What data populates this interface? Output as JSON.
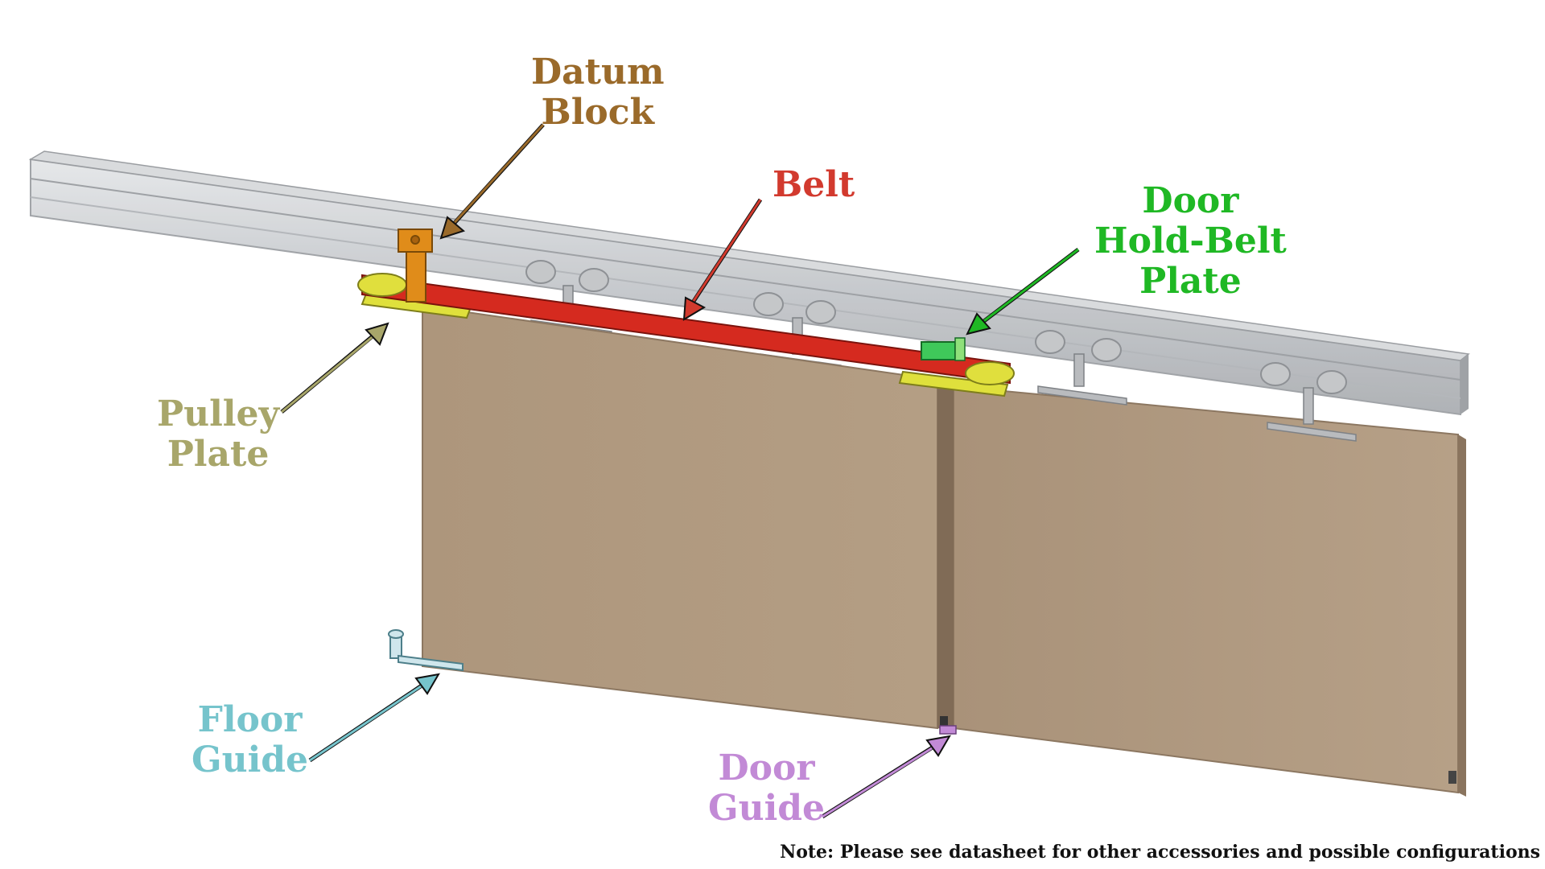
{
  "labels": {
    "datum_block": {
      "line1": "Datum",
      "line2": "Block",
      "color": "#9a6a2a"
    },
    "belt": {
      "line1": "Belt",
      "color": "#d23a2e"
    },
    "door_hold_belt_plate": {
      "line1": "Door",
      "line2": "Hold-Belt",
      "line3": "Plate",
      "color": "#1fb824"
    },
    "pulley_plate": {
      "line1": "Pulley",
      "line2": "Plate",
      "color": "#a8a66a"
    },
    "floor_guide": {
      "line1": "Floor",
      "line2": "Guide",
      "color": "#76c4cc"
    },
    "door_guide": {
      "line1": "Door",
      "line2": "Guide",
      "color": "#c28ad6"
    }
  },
  "note": "Note: Please see datasheet for other accessories and possible configurations",
  "colors": {
    "door": "#b09a80",
    "door_edge": "#8f7b64",
    "rail": "#c9cbce",
    "belt": "#d52a1f",
    "pulley_plate": "#dede3a",
    "datum_block": "#e08c1a",
    "hold_plate": "#3fc85a"
  }
}
